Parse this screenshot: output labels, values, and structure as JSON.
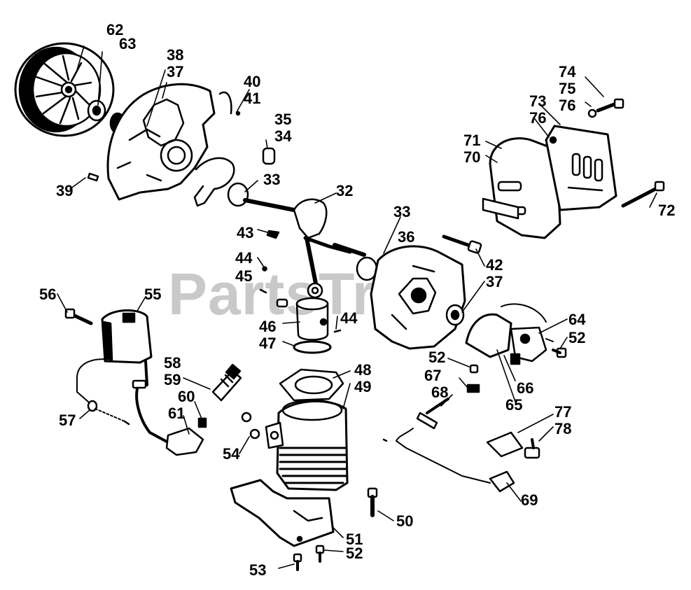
{
  "watermark": {
    "text": "PartsTree",
    "mark": "™"
  },
  "colors": {
    "ink": "#000000",
    "watermark": "#c9c9c9",
    "background": "#ffffff"
  },
  "callouts": {
    "c62": "62",
    "c63": "63",
    "c38": "38",
    "c37a": "37",
    "c40": "40",
    "c41": "41",
    "c35": "35",
    "c34": "34",
    "c33a": "33",
    "c39": "39",
    "c32": "32",
    "c33b": "33",
    "c36": "36",
    "c43": "43",
    "c44a": "44",
    "c45": "45",
    "c42": "42",
    "c37b": "37",
    "c56": "56",
    "c55": "55",
    "c46": "46",
    "c44b": "44",
    "c47": "47",
    "c64": "64",
    "c52a": "52",
    "c58": "58",
    "c59": "59",
    "c60": "60",
    "c61": "61",
    "c57": "57",
    "c52b": "52",
    "c67": "67",
    "c68": "68",
    "c66": "66",
    "c65": "65",
    "c48": "48",
    "c49": "49",
    "c54": "54",
    "c77": "77",
    "c78": "78",
    "c69": "69",
    "c50": "50",
    "c51": "51",
    "c52c": "52",
    "c53": "53",
    "c74": "74",
    "c75": "75",
    "c73": "73",
    "c76a": "76",
    "c76b": "76",
    "c71": "71",
    "c70": "70",
    "c72": "72"
  }
}
